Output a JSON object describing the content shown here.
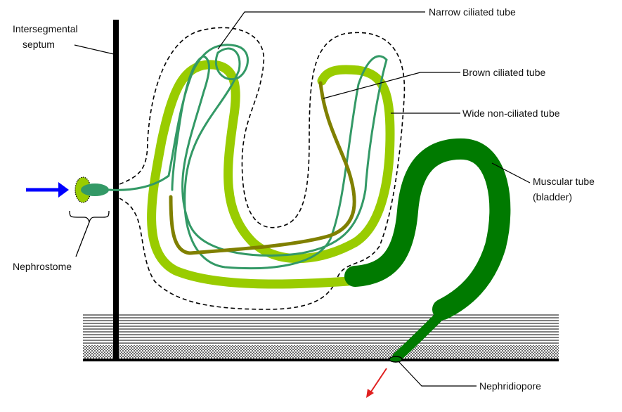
{
  "labels": {
    "septum_line1": "Intersegmental",
    "septum_line2": "septum",
    "nephrostome": "Nephrostome",
    "narrow": "Narrow ciliated tube",
    "brown": "Brown ciliated tube",
    "wide": "Wide non-ciliated tube",
    "muscular_line1": "Muscular tube",
    "muscular_line2": "(bladder)",
    "nephridiopore": "Nephridiopore"
  },
  "colors": {
    "wide_tube": "#99cc00",
    "narrow_tube": "#339966",
    "brown_tube": "#808000",
    "muscular_tube": "#007a00",
    "inflow_arrow": "#0000ff",
    "outflow_arrow": "#e02020"
  }
}
